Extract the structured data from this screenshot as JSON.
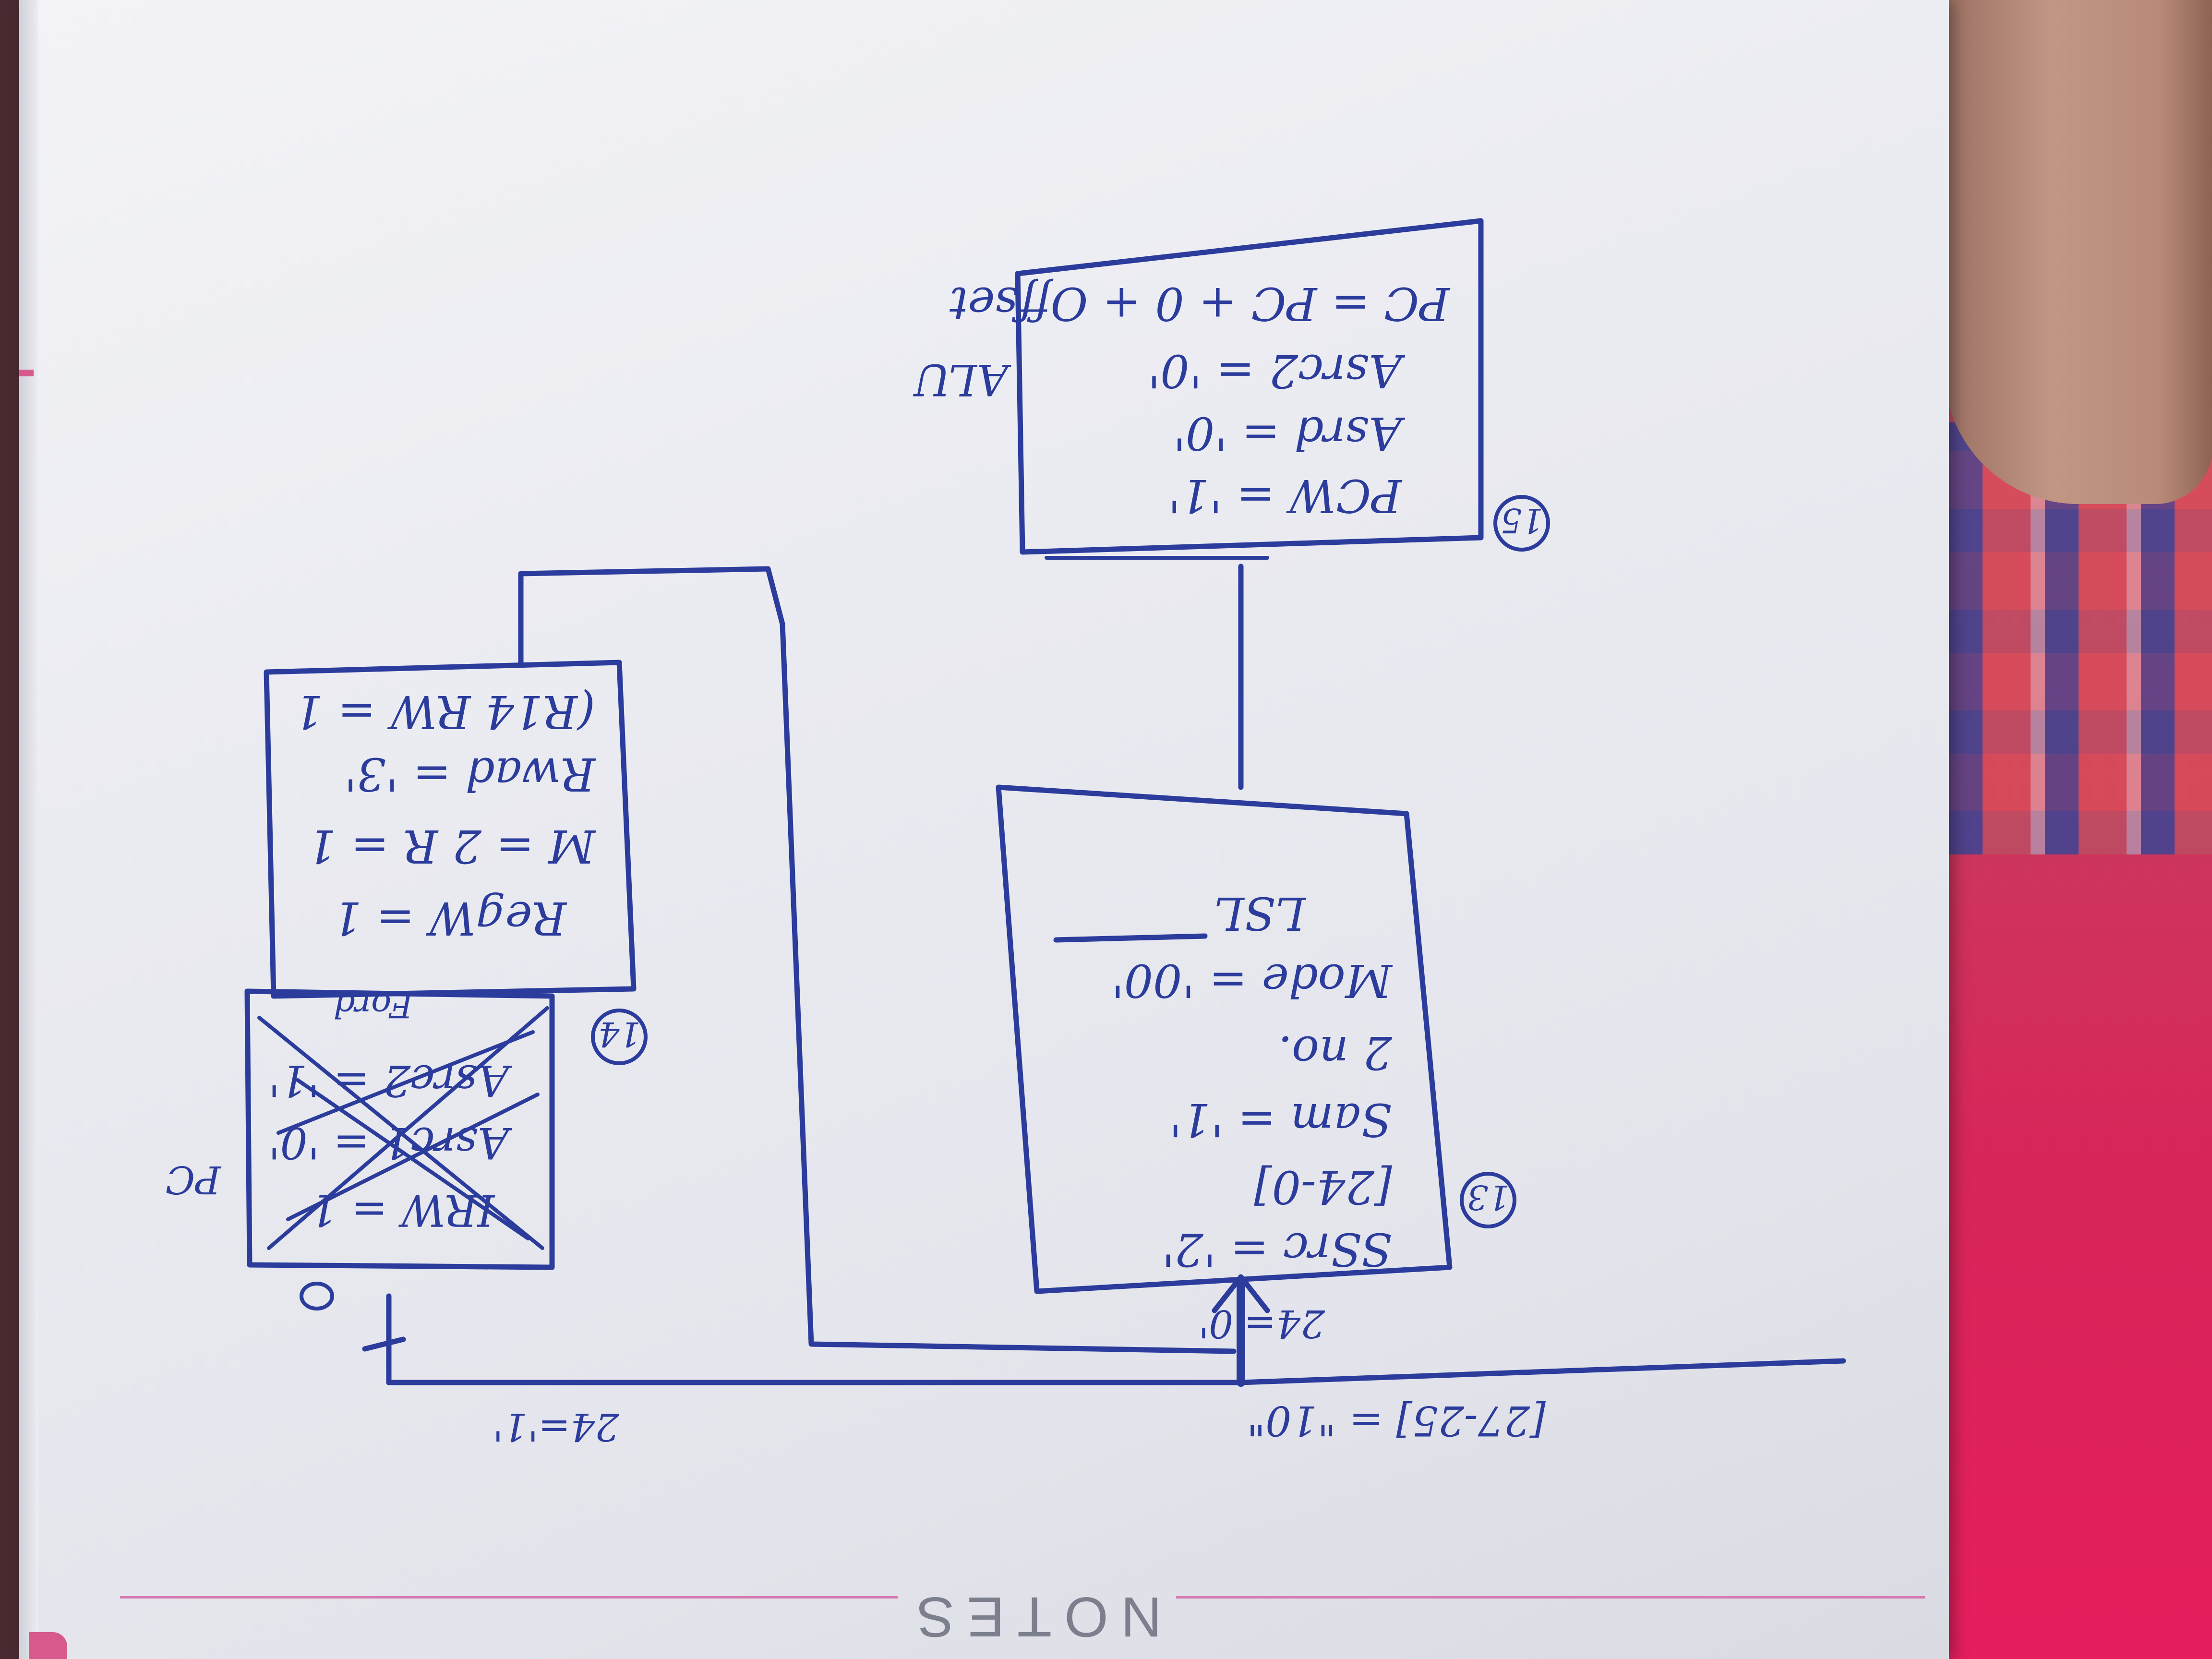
{
  "sheet": {
    "footer_label": "NOTES"
  },
  "sketch": {
    "opcode_label": "[27-25] = \"10\"",
    "branch_left_label": "24='1'",
    "branch_right_label": "24='0'",
    "box_right": {
      "step_label": "13",
      "lines": [
        "SSrc = '2'",
        "[24-0]",
        "Sam = '1'",
        "2 no.",
        "Mode = '00'",
        "LSL"
      ]
    },
    "box_alu": {
      "step_label": "15",
      "side_label": "ALU",
      "lines": [
        "PCW = '1'",
        "Asrd = '0'",
        "Asrc2 = '0'",
        "PC = PC + 0 + Offset"
      ]
    },
    "box_left_top": {
      "step_label": "14",
      "lines": [
        "RegW = 1",
        "M = 2 R = 1",
        "Rwad = '3'",
        "(R14  RW = 1"
      ]
    },
    "box_left_bottom_crossed": {
      "side_label": "PC",
      "lines": [
        "IRW = 1",
        "Asrc1 = '0'",
        "Asrc2 = '1'",
        "Ford"
      ]
    }
  }
}
